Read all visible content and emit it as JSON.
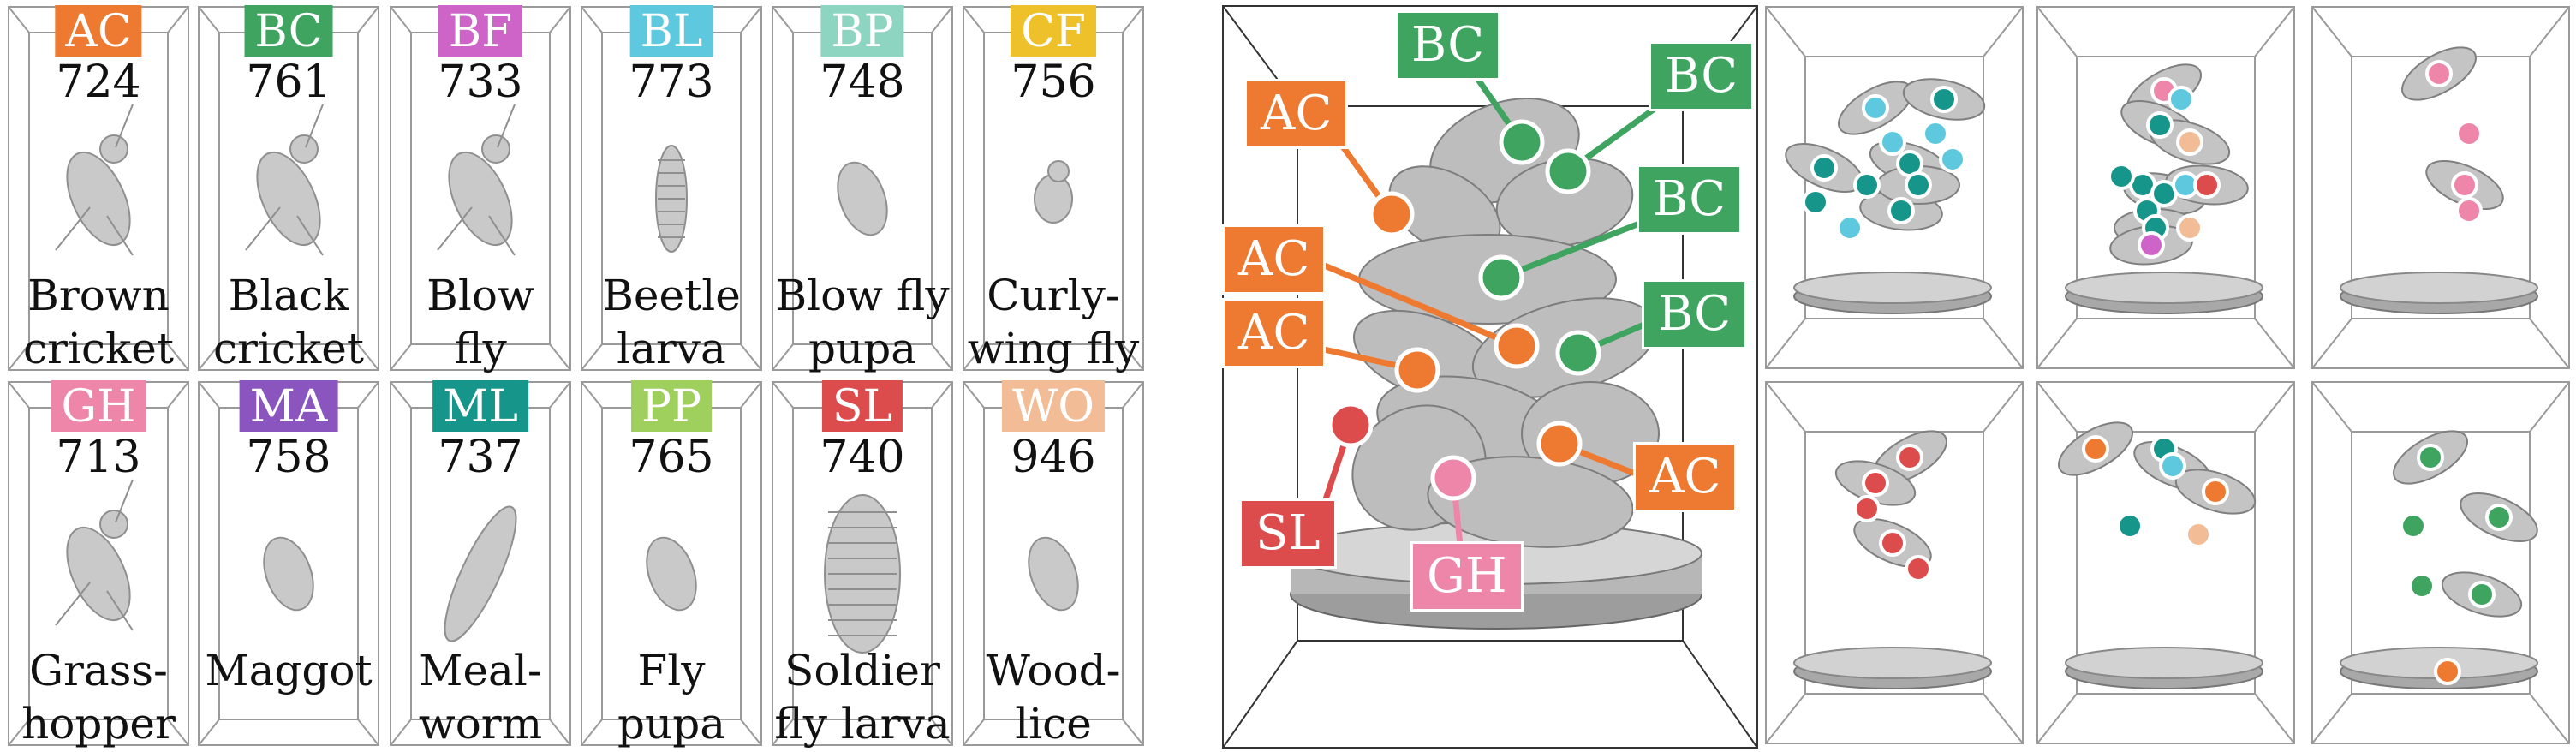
{
  "colors": {
    "AC": "#ee7a31",
    "BC": "#3ea45f",
    "BF": "#cf64c8",
    "BL": "#5ec9de",
    "BP": "#8dd5c0",
    "CF": "#eec12a",
    "GH": "#ee86a9",
    "MA": "#8a55be",
    "ML": "#16968a",
    "PP": "#9fcf5c",
    "SL": "#dd4c4c",
    "WO": "#f2bd96"
  },
  "species": [
    {
      "code": "AC",
      "count": "724",
      "name_line1": "Brown",
      "name_line2": "cricket"
    },
    {
      "code": "BC",
      "count": "761",
      "name_line1": "Black",
      "name_line2": "cricket"
    },
    {
      "code": "BF",
      "count": "733",
      "name_line1": "Blow",
      "name_line2": "fly"
    },
    {
      "code": "BL",
      "count": "773",
      "name_line1": "Beetle",
      "name_line2": "larva"
    },
    {
      "code": "BP",
      "count": "748",
      "name_line1": "Blow fly",
      "name_line2": "pupa"
    },
    {
      "code": "CF",
      "count": "756",
      "name_line1": "Curly-",
      "name_line2": "wing fly"
    },
    {
      "code": "GH",
      "count": "713",
      "name_line1": "Grass-",
      "name_line2": "hopper"
    },
    {
      "code": "MA",
      "count": "758",
      "name_line1": "Maggot",
      "name_line2": ""
    },
    {
      "code": "ML",
      "count": "737",
      "name_line1": "Meal-",
      "name_line2": "worm"
    },
    {
      "code": "PP",
      "count": "765",
      "name_line1": "Fly",
      "name_line2": "pupa"
    },
    {
      "code": "SL",
      "count": "740",
      "name_line1": "Soldier",
      "name_line2": "fly larva"
    },
    {
      "code": "WO",
      "count": "946",
      "name_line1": "Wood-",
      "name_line2": "lice"
    }
  ],
  "mixture": {
    "callouts": [
      "BC",
      "AC",
      "BC",
      "BC",
      "AC",
      "BC",
      "AC",
      "AC",
      "SL",
      "GH",
      "AC"
    ]
  },
  "scenes": [
    {
      "dots": [
        "BL",
        "BL",
        "ML",
        "ML",
        "ML",
        "BL",
        "ML",
        "ML",
        "ML",
        "BL",
        "ML",
        "BL"
      ]
    },
    {
      "dots": [
        "GH",
        "BL",
        "ML",
        "ML",
        "WO",
        "ML",
        "ML",
        "BL",
        "SL",
        "ML",
        "ML",
        "WO",
        "BF"
      ]
    },
    {
      "dots": [
        "GH",
        "GH",
        "GH",
        "GH"
      ]
    },
    {
      "dots": [
        "SL",
        "SL",
        "SL",
        "SL",
        "SL"
      ]
    },
    {
      "dots": [
        "AC",
        "ML",
        "BL",
        "ML",
        "AC",
        "WO"
      ]
    },
    {
      "dots": [
        "BC",
        "BC",
        "BC",
        "BC",
        "BC",
        "AC"
      ]
    }
  ]
}
